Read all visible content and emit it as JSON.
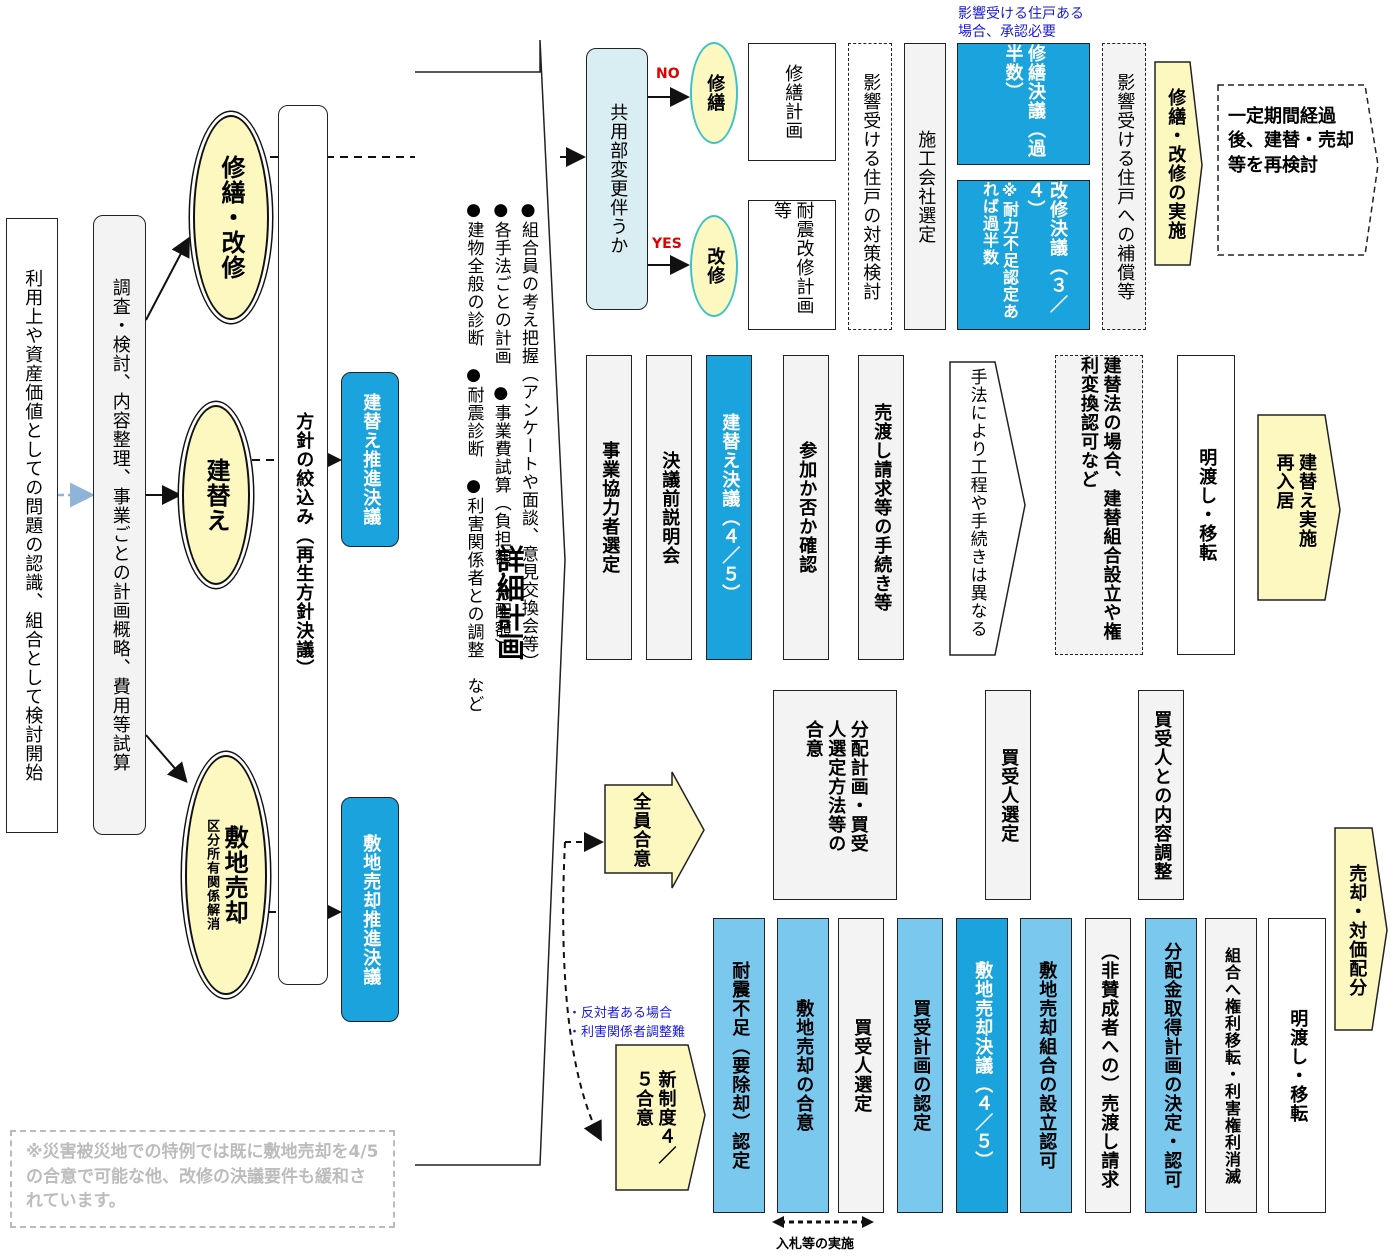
{
  "start": "利用上や資産価値としての問題の認識、組合として検討開始",
  "survey": "調査・検討、内容整理、事業ごとの計画概略、費用等試算",
  "options": {
    "repair": "修繕・改修",
    "rebuild": "建替え",
    "sale": "敷地売却",
    "sale_sub": "区分所有関係解消"
  },
  "policy": "方針の絞込み（再生方針決議）",
  "rebuild_promo": "建替え推進決議",
  "sale_promo": "敷地売却推進決議",
  "detail_items": {
    "col1": "●組合員の考え把握（アンケートや面談、意見交換会等）",
    "col2": "●各手法ごとの計画　●事業費試算（負担額・分配額）",
    "col3": "●建物全般の診断　●耐震診断　●利害関係者との調整　など"
  },
  "detail_title": "詳細計画",
  "repair_flow": {
    "common_change": "共用部変更伴うか",
    "no_label": "NO",
    "yes_label": "YES",
    "shuzen": "修繕",
    "kaishu": "改修",
    "shuzen_plan": "修繕計画",
    "seismic_plan": "耐震改修計画等",
    "affected_study": "影響受ける住戸の対策検討",
    "contractor": "施工会社選定",
    "approval_note": "影響受ける住戸ある場合、承認必要",
    "repair_resolution": "修繕決議（過半数）",
    "renovation_resolution": "改修決議（３／４）",
    "renovation_note": "※耐力不足認定あれば過半数",
    "compensation": "影響受ける住戸への補償等",
    "implementation": "修繕・改修の実施",
    "reconsider": "一定期間経過後、建替・売却等を再検討"
  },
  "rebuild_flow": {
    "steps": [
      "事業協力者選定",
      "決議前説明会",
      "建替え決議（４／５）",
      "参加か否か確認",
      "売渡し請求等の手続き等"
    ],
    "process_note": "手法により工程や手続きは異なる",
    "rebuild_law": "建替法の場合、建替組合設立や権利変換認可など",
    "handover": "明渡し・移転",
    "implementation": "建替え実施再入居"
  },
  "sale_flow": {
    "unanimous": "全員合意",
    "distribution": "分配計画・買受人選定方法等の合意",
    "buyer_select": "買受人選定",
    "buyer_adjust": "買受人との内容調整",
    "opposition_note1": "・反対者ある場合",
    "opposition_note2": "・利害関係者調整難",
    "new_system": "新制度４／５合意",
    "steps": [
      "耐震不足（要除却）認定",
      "敷地売却の合意",
      "買受人選定",
      "買受計画の認定",
      "敷地売却決議（４／５）",
      "敷地売却組合の設立認可",
      "（非賛成者への）売渡し請求",
      "分配金取得計画の決定・認可",
      "組合へ権利移転・利害権利消滅",
      "明渡し・移転"
    ],
    "bid_note": "入札等の実施",
    "final": "売却・対価配分"
  },
  "footnote": "※災害被災地での特例では既に敷地売却を4/5の合意で可能な他、改修の決議要件も緩和されています。",
  "colors": {
    "blue": "#1aa3dc",
    "light_blue": "#7bc8ee",
    "yellow": "#fdf8c0",
    "gray": "#f3f3f3"
  }
}
